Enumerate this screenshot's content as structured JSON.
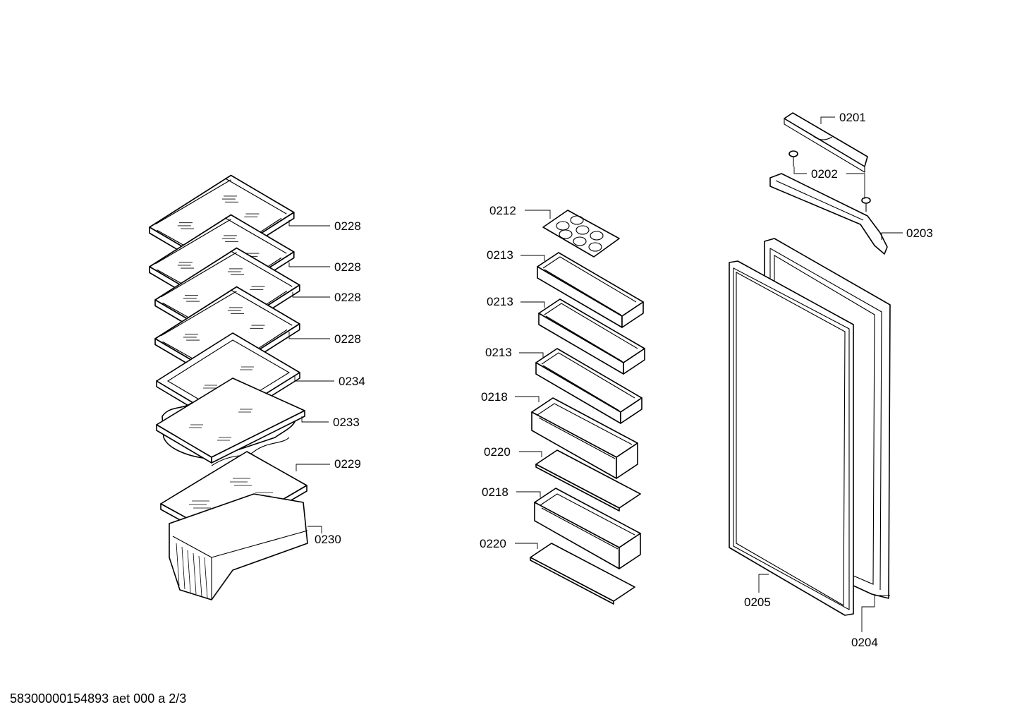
{
  "document_id": "58300000154893 aet 000 a 2/3",
  "callouts": [
    {
      "id": "c1",
      "label": "0228"
    },
    {
      "id": "c2",
      "label": "0228"
    },
    {
      "id": "c3",
      "label": "0228"
    },
    {
      "id": "c4",
      "label": "0228"
    },
    {
      "id": "c5",
      "label": "0234"
    },
    {
      "id": "c6",
      "label": "0233"
    },
    {
      "id": "c7",
      "label": "0229"
    },
    {
      "id": "c8",
      "label": "0230"
    },
    {
      "id": "c9",
      "label": "0212"
    },
    {
      "id": "c10",
      "label": "0213"
    },
    {
      "id": "c11",
      "label": "0213"
    },
    {
      "id": "c12",
      "label": "0213"
    },
    {
      "id": "c13",
      "label": "0218"
    },
    {
      "id": "c14",
      "label": "0220"
    },
    {
      "id": "c15",
      "label": "0218"
    },
    {
      "id": "c16",
      "label": "0220"
    },
    {
      "id": "c17",
      "label": "0201"
    },
    {
      "id": "c18",
      "label": "0202"
    },
    {
      "id": "c19",
      "label": "0203"
    },
    {
      "id": "c20",
      "label": "0205"
    },
    {
      "id": "c21",
      "label": "0204"
    }
  ]
}
